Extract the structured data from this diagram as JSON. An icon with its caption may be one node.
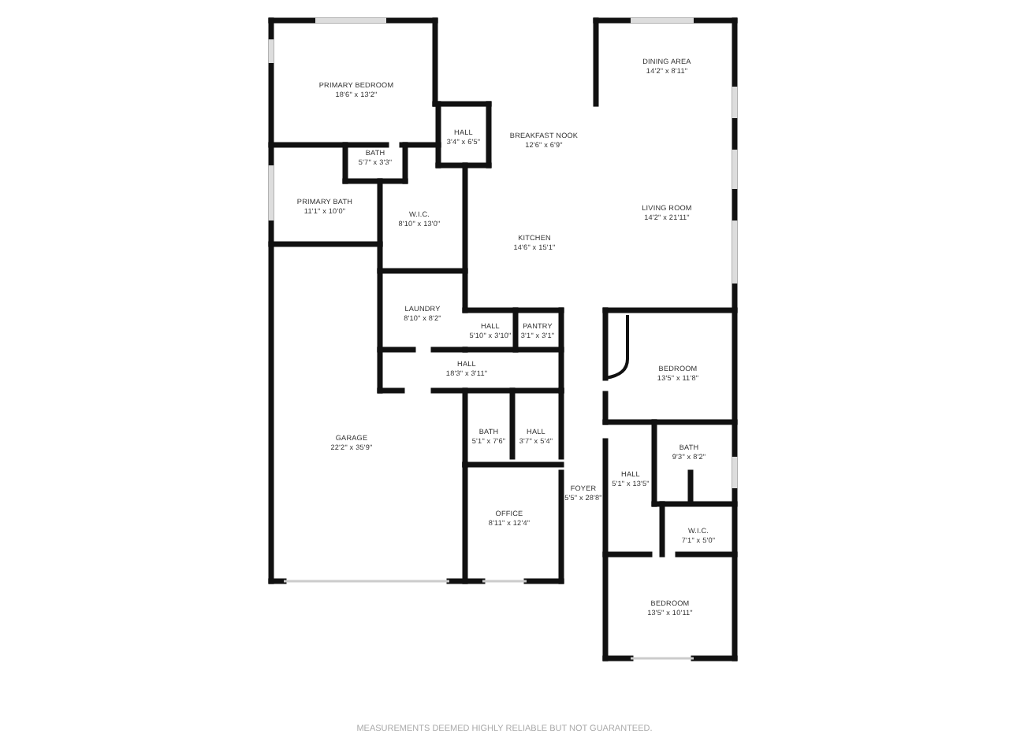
{
  "diagram": {
    "labels": [
      "PRIMARY BEDROOM",
      "18'6\" x 13'2\"",
      "HALL",
      "3'4\" x 6'5\"",
      "DINING AREA",
      "14'2\" x 8'11\"",
      "BREAKFAST NOOK",
      "12'6\" x 6'9\"",
      "BATH",
      "5'7\" x 3'3\"",
      "PRIMARY BATH",
      "11'1\" x 10'0\"",
      "W.I.C.",
      "8'10\" x 13'0\"",
      "LIVING ROOM",
      "14'2\" x 21'11\"",
      "KITCHEN",
      "14'6\" x 15'1\"",
      "LAUNDRY",
      "8'10\" x 8'2\"",
      "HALL",
      "5'10\" x 3'10\"",
      "PANTRY",
      "3'1\" x 3'1\"",
      "HALL",
      "18'3\" x 3'11\"",
      "BEDROOM",
      "13'5\" x 11'8\"",
      "GARAGE",
      "22'2\" x 35'9\"",
      "BATH",
      "5'1\" x 7'6\"",
      "HALL",
      "3'7\" x 5'4\"",
      "BATH",
      "9'3\" x 8'2\"",
      "FOYER",
      "5'5\" x 28'8\"",
      "HALL",
      "5'1\" x 13'5\"",
      "OFFICE",
      "8'11\" x 12'4\"",
      "W.I.C.",
      "7'1\" x 5'0\"",
      "BEDROOM",
      "13'5\" x 10'11\""
    ],
    "caption": "MEASUREMENTS DEEMED HIGHLY RELIABLE BUT NOT GUARANTEED."
  }
}
